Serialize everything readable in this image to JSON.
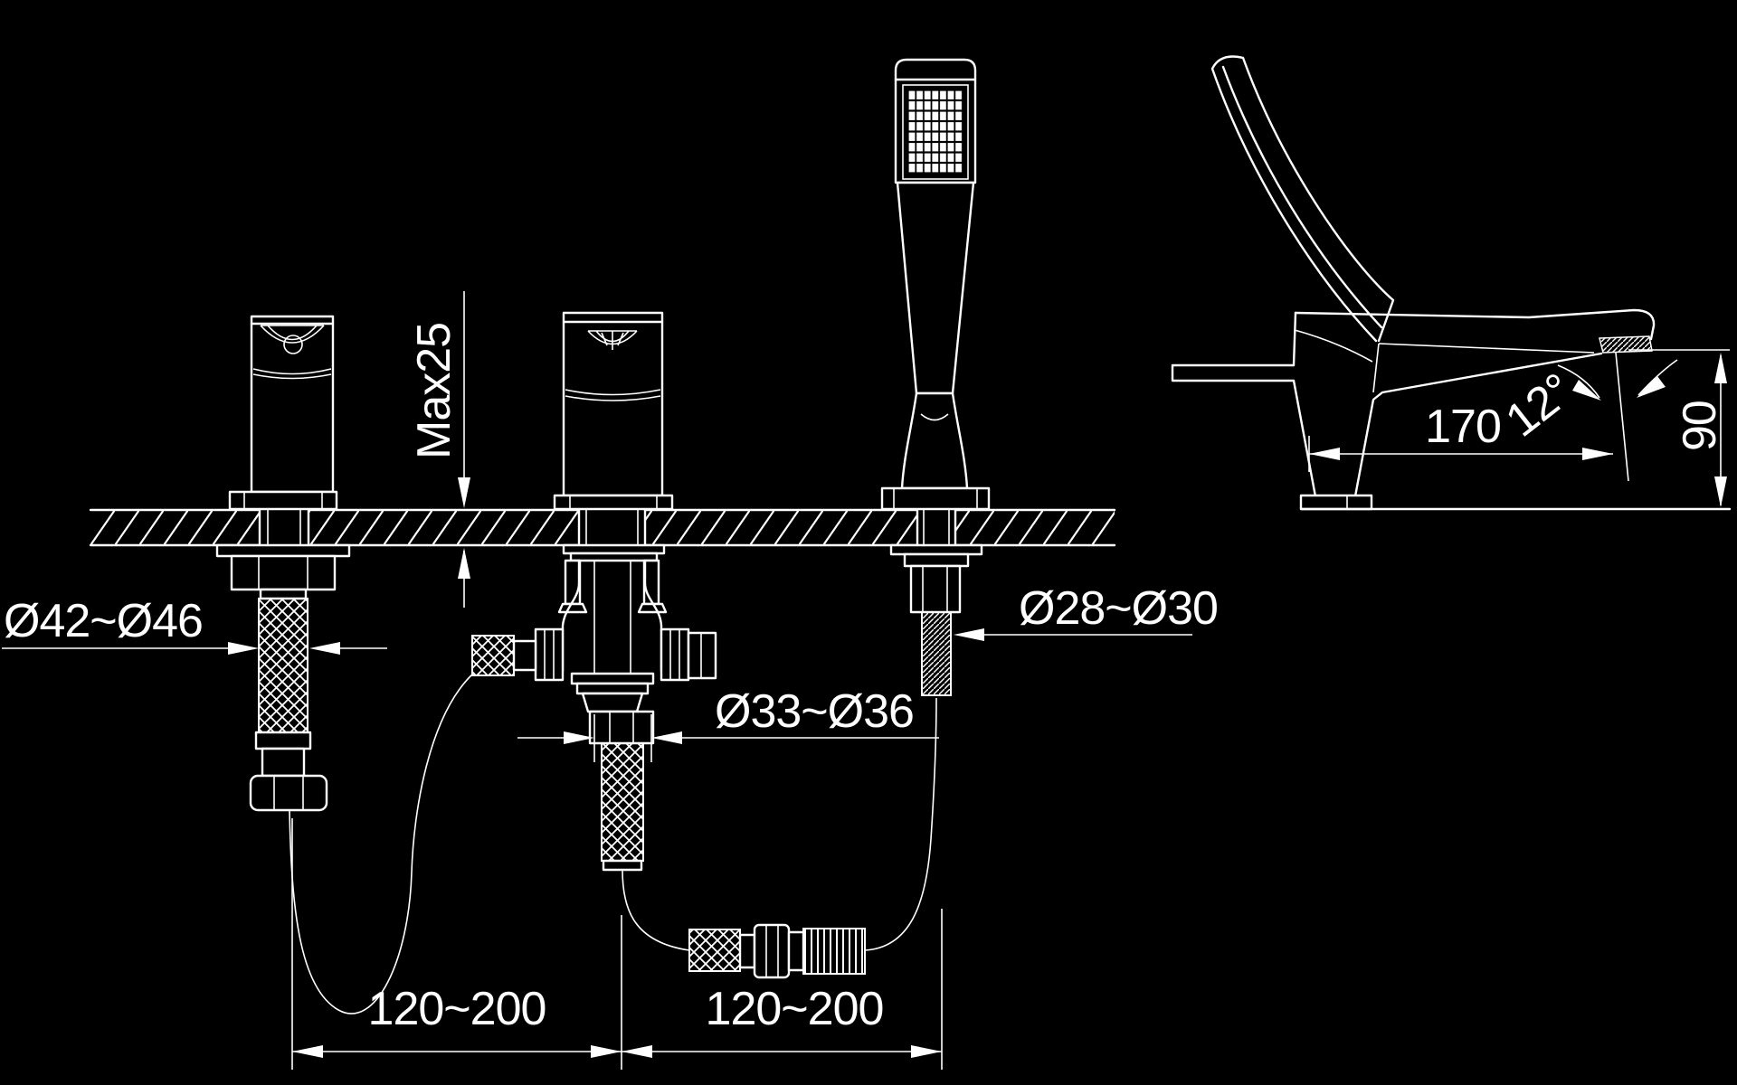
{
  "drawing": {
    "type": "bathtub-faucet-installation-diagram",
    "background": "#000000",
    "line_color": "#ffffff",
    "dimensions": {
      "deck_thickness_max": "Max25",
      "handle_mount_hole": "Ø42~Ø46",
      "spout_mount_hole": "Ø33~Ø36",
      "shower_mount_hole": "Ø28~Ø30",
      "left_hose_span": "120~200",
      "right_hose_span": "120~200",
      "spout_reach": "170",
      "spout_angle": "12°",
      "spout_height": "90"
    }
  }
}
